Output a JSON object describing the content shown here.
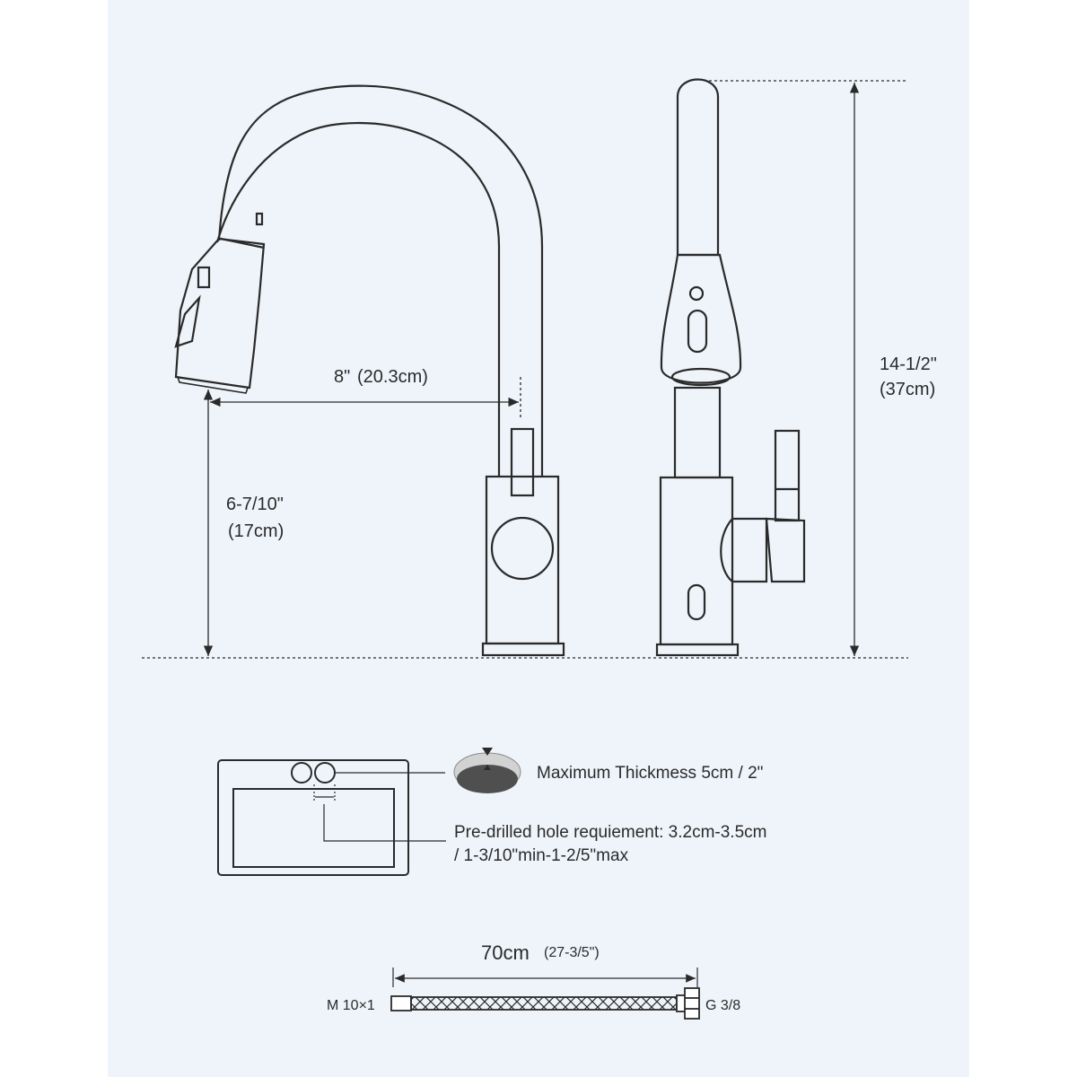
{
  "dimensions": {
    "spout_reach": {
      "label": "8\"",
      "sub": "(20.3cm)"
    },
    "spout_height": {
      "label": "6-7/10\"",
      "sub": "(17cm)"
    },
    "total_height": {
      "label": "14-1/2\"",
      "sub": "(37cm)"
    }
  },
  "sink": {
    "thickness_note": "Maximum Thickmess 5cm / 2\"",
    "hole_note_line1": "Pre-drilled hole requiement: 3.2cm-3.5cm",
    "hole_note_line2": "/ 1-3/10\"min-1-2/5\"max"
  },
  "hose": {
    "length_label": "70cm",
    "length_sub": "(27-3/5\")",
    "left_thread": "M 10×1",
    "right_thread": "G 3/8"
  },
  "colors": {
    "panel": "#eff4fa",
    "line": "#2a2a2a",
    "gasket": "#4f4f4f"
  }
}
